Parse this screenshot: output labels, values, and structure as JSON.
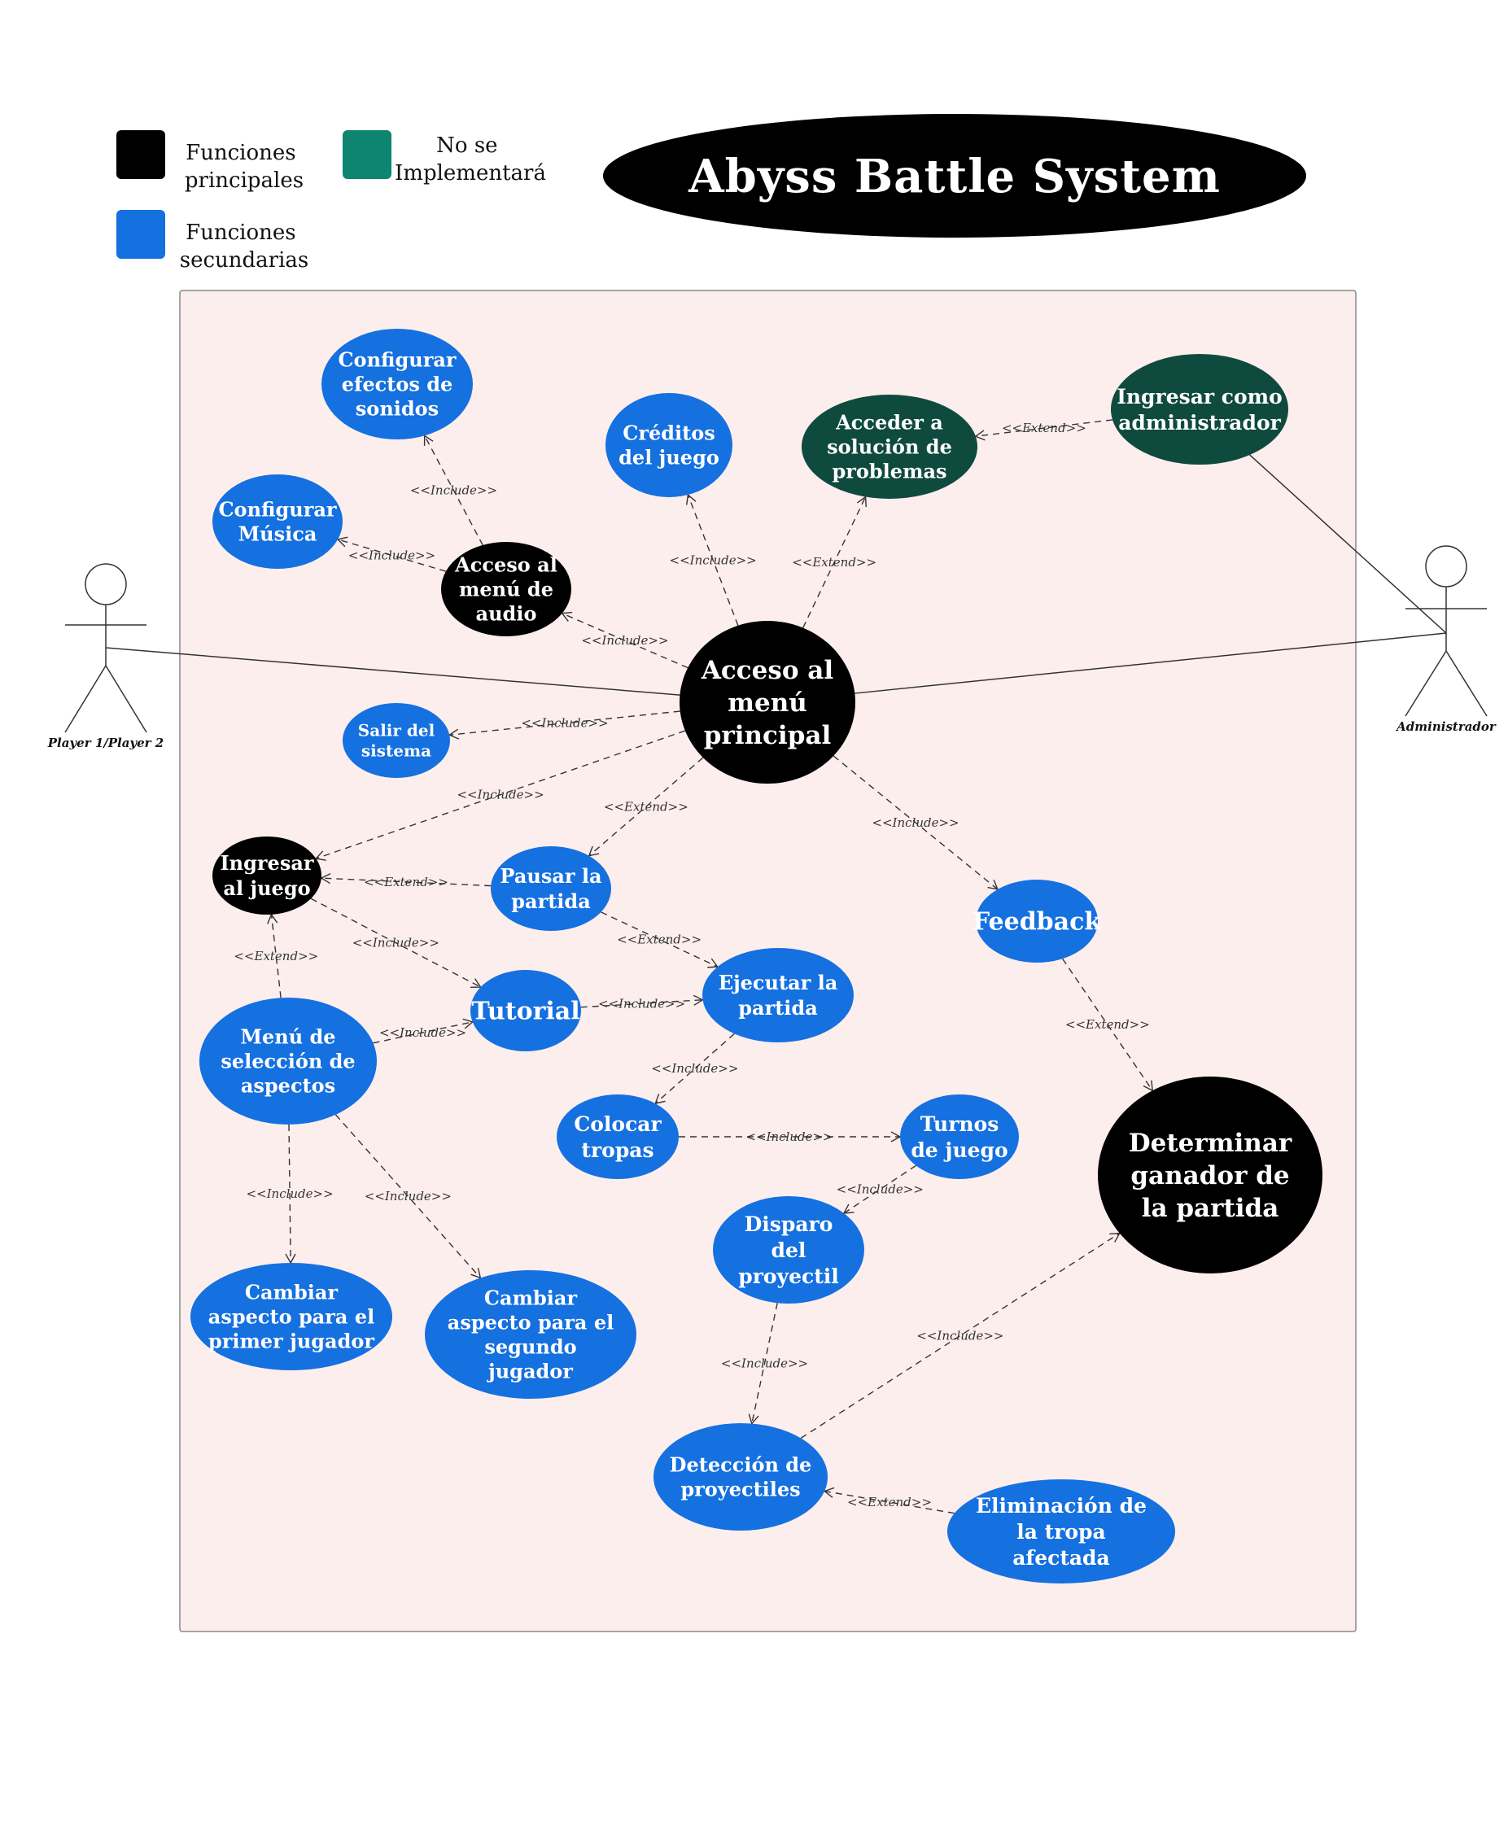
{
  "title": "Abyss Battle System",
  "colors": {
    "principal": "#000000",
    "secondary": "#1570e0",
    "not_implemented": "#0f4a3e",
    "legend_not_impl": "#0e8570",
    "system_bg": "#fdeeee",
    "system_border": "#888888"
  },
  "legend": [
    {
      "id": "principal",
      "lines": [
        "Funciones",
        "principales"
      ]
    },
    {
      "id": "secondary",
      "lines": [
        "Funciones",
        "secundarias"
      ]
    },
    {
      "id": "not_implemented",
      "lines": [
        "No se",
        "Implementará"
      ]
    }
  ],
  "actors": [
    {
      "id": "player",
      "label": "Player 1/Player 2"
    },
    {
      "id": "admin",
      "label": "Administrador"
    }
  ],
  "use_cases": [
    {
      "id": "config_efectos",
      "kind": "secondary",
      "lines": [
        "Configurar",
        "efectos de",
        "sonidos"
      ]
    },
    {
      "id": "config_musica",
      "kind": "secondary",
      "lines": [
        "Configurar",
        "Música"
      ]
    },
    {
      "id": "menu_audio",
      "kind": "principal",
      "lines": [
        "Acceso al",
        "menú de",
        "audio"
      ]
    },
    {
      "id": "creditos",
      "kind": "secondary",
      "lines": [
        "Créditos",
        "del juego"
      ]
    },
    {
      "id": "solucion",
      "kind": "not_implemented",
      "lines": [
        "Acceder a",
        "solución de",
        "problemas"
      ]
    },
    {
      "id": "admin_login",
      "kind": "not_implemented",
      "lines": [
        "Ingresar como",
        "administrador"
      ]
    },
    {
      "id": "menu_principal",
      "kind": "principal",
      "lines": [
        "Acceso al",
        "menú",
        "principal"
      ]
    },
    {
      "id": "salir",
      "kind": "secondary",
      "lines": [
        "Salir del",
        "sistema"
      ]
    },
    {
      "id": "ingresar",
      "kind": "principal",
      "lines": [
        "Ingresar",
        "al juego"
      ]
    },
    {
      "id": "pausar",
      "kind": "secondary",
      "lines": [
        "Pausar la",
        "partida"
      ]
    },
    {
      "id": "feedback",
      "kind": "secondary",
      "lines": [
        "Feedback"
      ]
    },
    {
      "id": "tutorial",
      "kind": "secondary",
      "lines": [
        "Tutorial"
      ]
    },
    {
      "id": "ejecutar",
      "kind": "secondary",
      "lines": [
        "Ejecutar la",
        "partida"
      ]
    },
    {
      "id": "menu_aspectos",
      "kind": "secondary",
      "lines": [
        "Menú de",
        "selección de",
        "aspectos"
      ]
    },
    {
      "id": "colocar",
      "kind": "secondary",
      "lines": [
        "Colocar",
        "tropas"
      ]
    },
    {
      "id": "turnos",
      "kind": "secondary",
      "lines": [
        "Turnos",
        "de juego"
      ]
    },
    {
      "id": "ganador",
      "kind": "principal",
      "lines": [
        "Determinar",
        "ganador de",
        "la partida"
      ]
    },
    {
      "id": "disparo",
      "kind": "secondary",
      "lines": [
        "Disparo",
        "del",
        "proyectil"
      ]
    },
    {
      "id": "aspecto_p1",
      "kind": "secondary",
      "lines": [
        "Cambiar",
        "aspecto para el",
        "primer jugador"
      ]
    },
    {
      "id": "aspecto_p2",
      "kind": "secondary",
      "lines": [
        "Cambiar",
        "aspecto para el",
        "segundo",
        "jugador"
      ]
    },
    {
      "id": "deteccion",
      "kind": "secondary",
      "lines": [
        "Detección de",
        "proyectiles"
      ]
    },
    {
      "id": "eliminacion",
      "kind": "secondary",
      "lines": [
        "Eliminación de",
        "la tropa",
        "afectada"
      ]
    }
  ],
  "relations": [
    {
      "from": "menu_audio",
      "to": "config_efectos",
      "label": "<<Include>>"
    },
    {
      "from": "menu_audio",
      "to": "config_musica",
      "label": "<<Include>>"
    },
    {
      "from": "menu_principal",
      "to": "menu_audio",
      "label": "<<Include>>"
    },
    {
      "from": "menu_principal",
      "to": "creditos",
      "label": "<<Include>>"
    },
    {
      "from": "menu_principal",
      "to": "solucion",
      "label": "<<Extend>>"
    },
    {
      "from": "admin_login",
      "to": "solucion",
      "label": "<<Extend>>"
    },
    {
      "from": "menu_principal",
      "to": "salir",
      "label": "<<Include>>"
    },
    {
      "from": "menu_principal",
      "to": "ingresar",
      "label": "<<Include>>"
    },
    {
      "from": "menu_principal",
      "to": "pausar",
      "label": "<<Extend>>"
    },
    {
      "from": "menu_principal",
      "to": "feedback",
      "label": "<<Include>>"
    },
    {
      "from": "pausar",
      "to": "ingresar",
      "label": "<<Extend>>"
    },
    {
      "from": "pausar",
      "to": "ejecutar",
      "label": "<<Extend>>"
    },
    {
      "from": "ingresar",
      "to": "tutorial",
      "label": "<<Include>>"
    },
    {
      "from": "menu_aspectos",
      "to": "ingresar",
      "label": "<<Extend>>"
    },
    {
      "from": "menu_aspectos",
      "to": "tutorial",
      "label": "<<Include>>"
    },
    {
      "from": "tutorial",
      "to": "ejecutar",
      "label": "<<Include>>"
    },
    {
      "from": "ejecutar",
      "to": "colocar",
      "label": "<<Include>>"
    },
    {
      "from": "colocar",
      "to": "turnos",
      "label": "<<Include>>"
    },
    {
      "from": "turnos",
      "to": "disparo",
      "label": "<<Include>>"
    },
    {
      "from": "disparo",
      "to": "deteccion",
      "label": "<<Include>>"
    },
    {
      "from": "deteccion",
      "to": "ganador",
      "label": "<<Include>>"
    },
    {
      "from": "eliminacion",
      "to": "deteccion",
      "label": "<<Extend>>"
    },
    {
      "from": "feedback",
      "to": "ganador",
      "label": "<<Extend>>"
    },
    {
      "from": "menu_aspectos",
      "to": "aspecto_p1",
      "label": "<<Include>>"
    },
    {
      "from": "menu_aspectos",
      "to": "aspecto_p2",
      "label": "<<Include>>"
    }
  ],
  "associations": [
    {
      "actor": "player",
      "use_case": "menu_principal"
    },
    {
      "actor": "admin",
      "use_case": "menu_principal"
    },
    {
      "actor": "admin",
      "use_case": "admin_login"
    }
  ]
}
